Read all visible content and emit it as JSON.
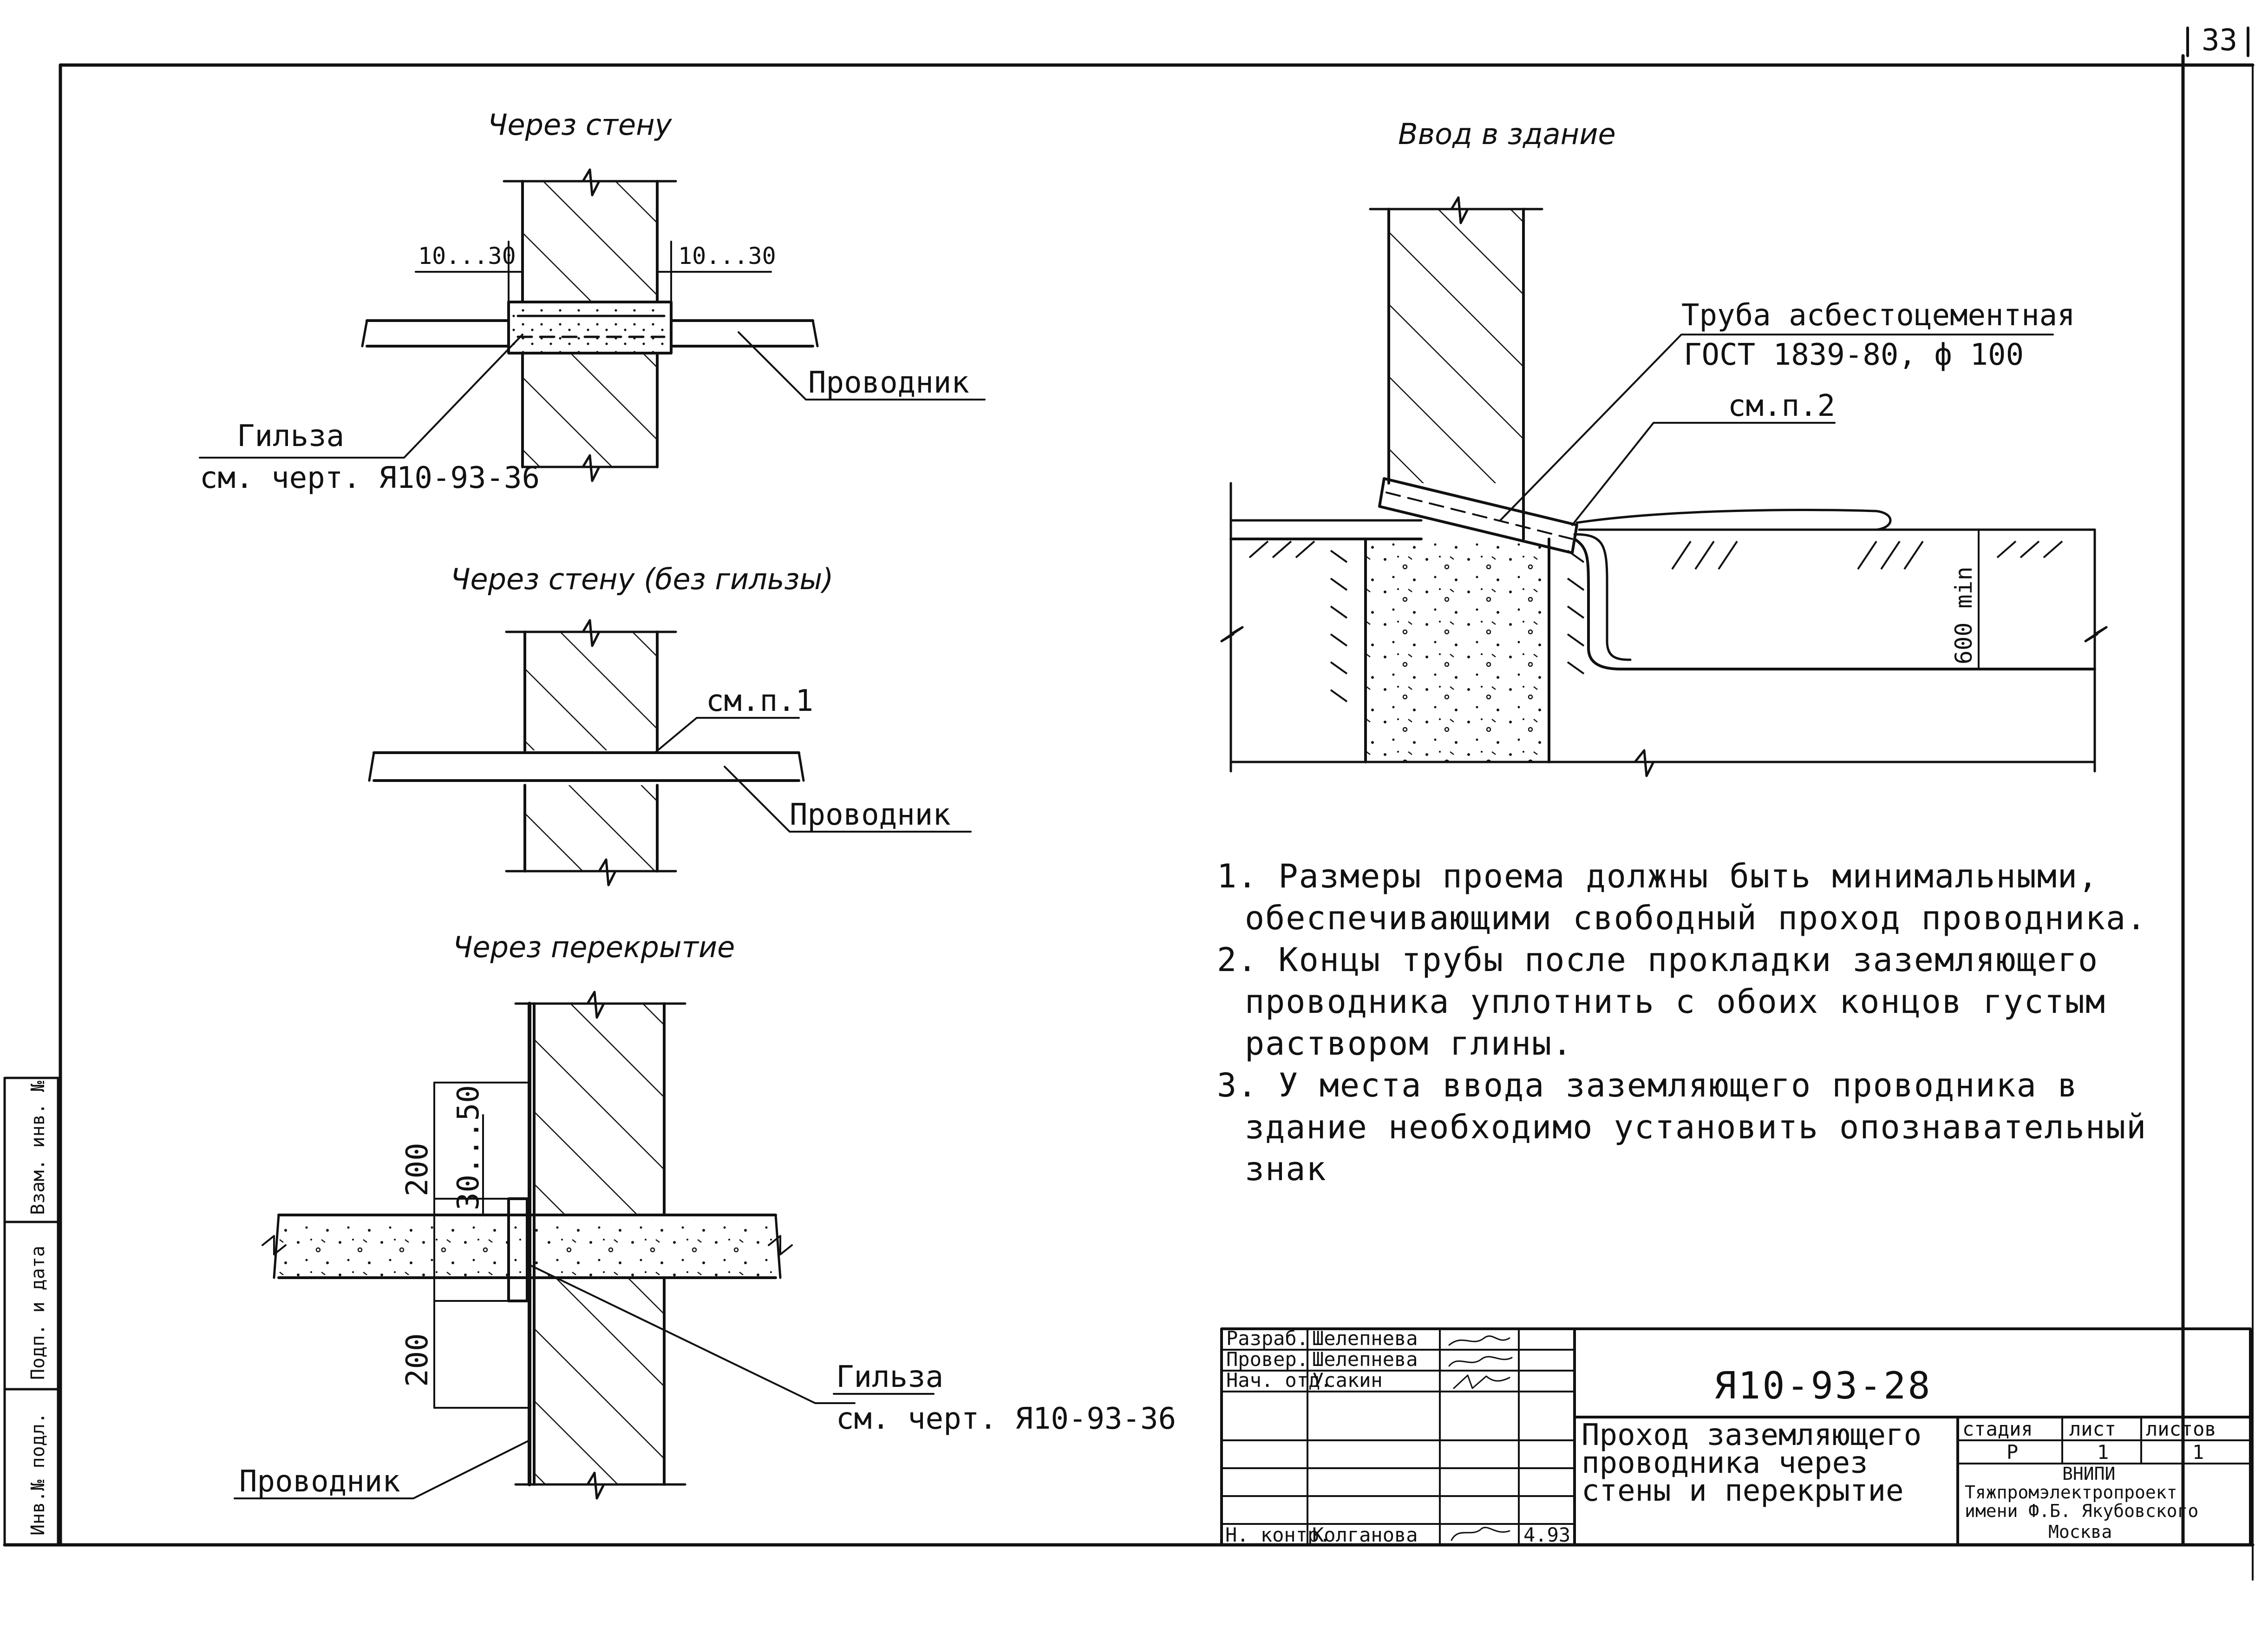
{
  "page_number": "33",
  "views": {
    "wall": {
      "title": "Через стену",
      "dim_left": "10...30",
      "dim_right": "10...30",
      "conductor": "Проводник",
      "sleeve_line1": "Гильза",
      "sleeve_line2": "см. черт. Я10-93-36"
    },
    "wall_no_sleeve": {
      "title": "Через стену (без гильзы)",
      "note_ref": "см.п.1",
      "conductor": "Проводник"
    },
    "floor": {
      "title": "Через перекрытие",
      "dim_200_top": "200",
      "dim_30_50": "30...50",
      "dim_200_bottom": "200",
      "sleeve_line1": "Гильза",
      "sleeve_line2": "см. черт. Я10-93-36",
      "conductor": "Проводник"
    },
    "entry": {
      "title": "Ввод в здание",
      "pipe_line1": "Труба асбестоцементная",
      "pipe_line2": "ГОСТ 1839-80, ф 100",
      "note_ref": "см.п.2",
      "depth": "600 min"
    }
  },
  "notes": [
    "1. Размеры проема должны быть минимальными,",
    "обеспечивающими свободный проход проводника.",
    "2. Концы трубы после прокладки заземляющего",
    "проводника уплотнить с обоих концов густым",
    "раствором глины.",
    "3. У места ввода заземляющего проводника в",
    "здание необходимо установить опознавательный",
    "знак"
  ],
  "title_block": {
    "rows": [
      {
        "role": "Разраб.",
        "name": "Шелепнева"
      },
      {
        "role": "Провер.",
        "name": "Шелепнева"
      },
      {
        "role": "Нач. отд.",
        "name": "Усакин"
      }
    ],
    "control_role": "Н. контр.",
    "control_name": "Колганова",
    "control_date": "4.93",
    "code": "Я10-93-28",
    "description": [
      "Проход заземляющего",
      "проводника через",
      "стены и перекрытие"
    ],
    "stage_header": "стадия",
    "sheet_header": "лист",
    "sheets_header": "листов",
    "stage": "Р",
    "sheet": "1",
    "sheets": "1",
    "org": [
      "ВНИПИ",
      "Тяжпромэлектропроект",
      "имени Ф.Б. Якубовского",
      "Москва"
    ]
  },
  "side_stamp": [
    "Инв.№ подл.",
    "Подп. и дата",
    "Взам. инв. №"
  ]
}
